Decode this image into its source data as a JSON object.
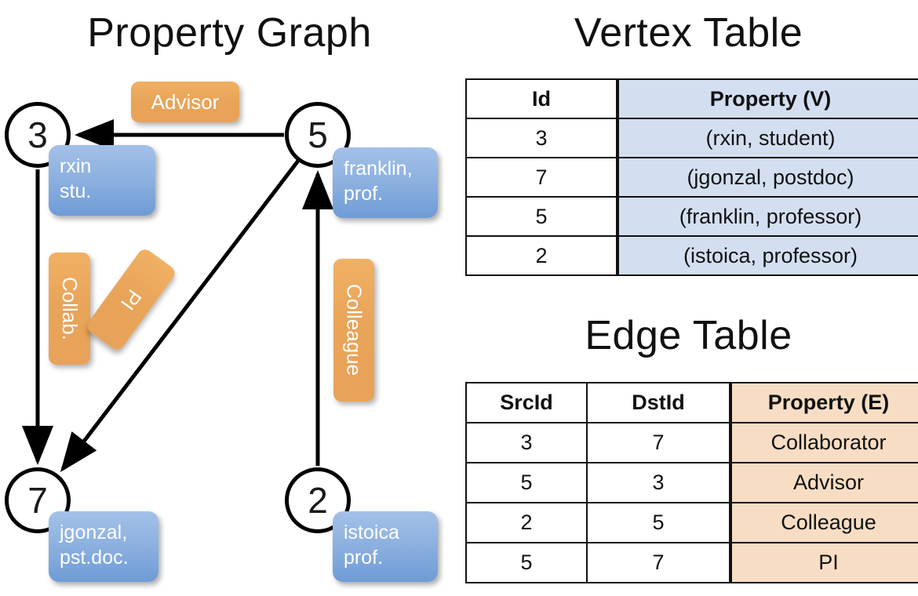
{
  "titles": {
    "graph": "Property Graph",
    "vertex": "Vertex Table",
    "edge": "Edge Table"
  },
  "graph": {
    "nodes": [
      {
        "id": "3",
        "property": "rxin\nstu."
      },
      {
        "id": "5",
        "property": "franklin,\nprof."
      },
      {
        "id": "7",
        "property": "jgonzal,\npst.doc."
      },
      {
        "id": "2",
        "property": "istoica\nprof."
      }
    ],
    "edge_labels": {
      "advisor": "Advisor",
      "collab": "Collab.",
      "pi": "PI",
      "colleague": "Colleague"
    },
    "colors": {
      "vertex_property_box": "#8eb2e0",
      "edge_label_box": "#e8a458",
      "node_stroke": "#000000",
      "arrow": "#000000"
    }
  },
  "vertex_table": {
    "headers": [
      "Id",
      "Property (V)"
    ],
    "rows": [
      {
        "id": "3",
        "property": "(rxin, student)"
      },
      {
        "id": "7",
        "property": "(jgonzal, postdoc)"
      },
      {
        "id": "5",
        "property": "(franklin, professor)"
      },
      {
        "id": "2",
        "property": "(istoica, professor)"
      }
    ],
    "property_column_color": "#d3dff1"
  },
  "edge_table": {
    "headers": [
      "SrcId",
      "DstId",
      "Property (E)"
    ],
    "rows": [
      {
        "src": "3",
        "dst": "7",
        "property": "Collaborator"
      },
      {
        "src": "5",
        "dst": "3",
        "property": "Advisor"
      },
      {
        "src": "2",
        "dst": "5",
        "property": "Colleague"
      },
      {
        "src": "5",
        "dst": "7",
        "property": "PI"
      }
    ],
    "property_column_color": "#f7ddc3"
  }
}
